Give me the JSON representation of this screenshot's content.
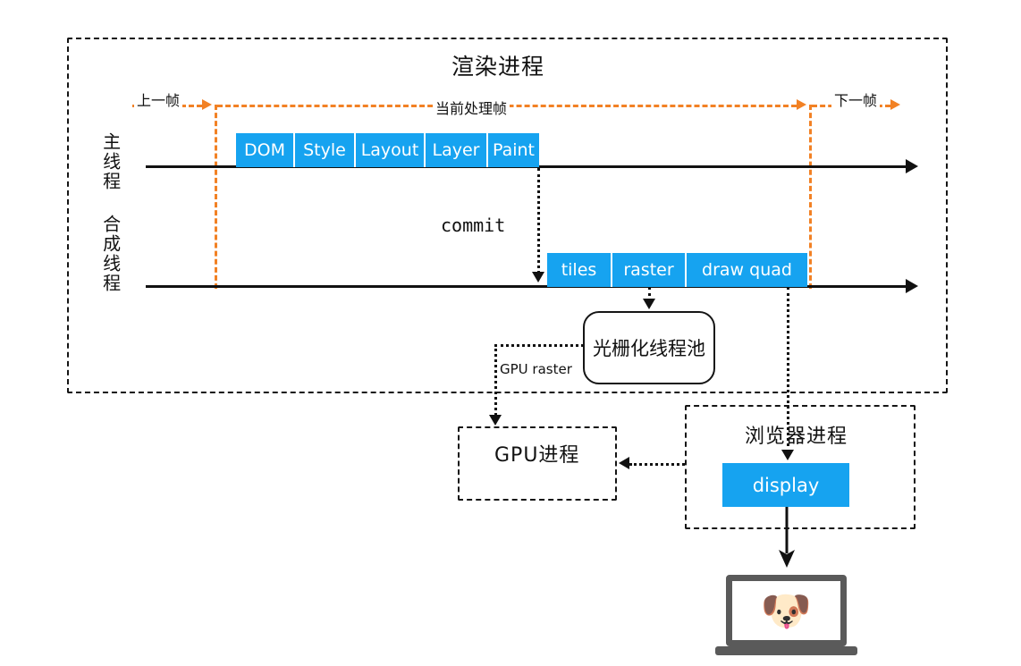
{
  "renderer_process": {
    "title": "渲染进程",
    "threads": {
      "main_thread_label": "主线程",
      "compositor_thread_label": "合成线程"
    },
    "frame_markers": {
      "previous_frame": "上一帧",
      "current_frame": "当前处理帧",
      "next_frame": "下一帧"
    },
    "main_thread_stages": [
      {
        "label": "DOM"
      },
      {
        "label": "Style"
      },
      {
        "label": "Layout"
      },
      {
        "label": "Layer"
      },
      {
        "label": "Paint"
      }
    ],
    "compositor_stages": [
      {
        "label": "tiles"
      },
      {
        "label": "raster"
      },
      {
        "label": "draw quad"
      }
    ],
    "commit_label": "commit",
    "raster_thread_pool": "光栅化线程池",
    "gpu_raster_label": "GPU raster"
  },
  "gpu_process": {
    "title": "GPU进程"
  },
  "browser_process": {
    "title": "浏览器进程",
    "display_label": "display"
  },
  "device": {
    "screen_content_icon": "doge-face-icon",
    "doge_glyph": "🐶"
  },
  "colors": {
    "accent_blue": "#16a3f0",
    "frame_orange": "#f28124",
    "ink": "#111111",
    "device_gray": "#5a5a5a"
  }
}
